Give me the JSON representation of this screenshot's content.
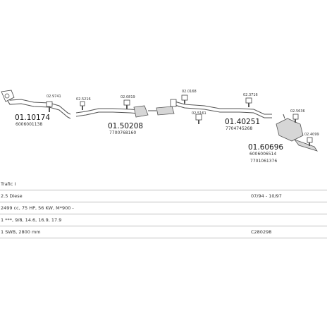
{
  "parts": {
    "p1": {
      "number": "01.10174",
      "oe": "6006001138",
      "clamp": "02.9741"
    },
    "p2": {
      "number": "01.50208",
      "oe": "7700768160",
      "clamp_a": "02.5216",
      "clamp_b": "02.0819"
    },
    "p3": {
      "number": "01.40251",
      "oe": "7704745268",
      "clamp_a": "02.0168",
      "clamp_b": "02.5161",
      "clamp_c": "02.3716"
    },
    "p4": {
      "number": "01.60696",
      "oe_a": "6006006514",
      "oe_b": "7701061376",
      "clamp_a": "02.5636",
      "clamp_b": "02.4099"
    }
  },
  "vehicle": {
    "model": "Trafic I",
    "engine": "2.5 Diese",
    "period": "07/94 - 10/97",
    "specs": "2499 cc, 75 HP, 56 KW, M*900 -",
    "chassis": "1 ***, 9/8, 14.6, 16.9, 17.9",
    "wheelbase": "1 SWB, 2800 mm",
    "code": "C280298"
  }
}
